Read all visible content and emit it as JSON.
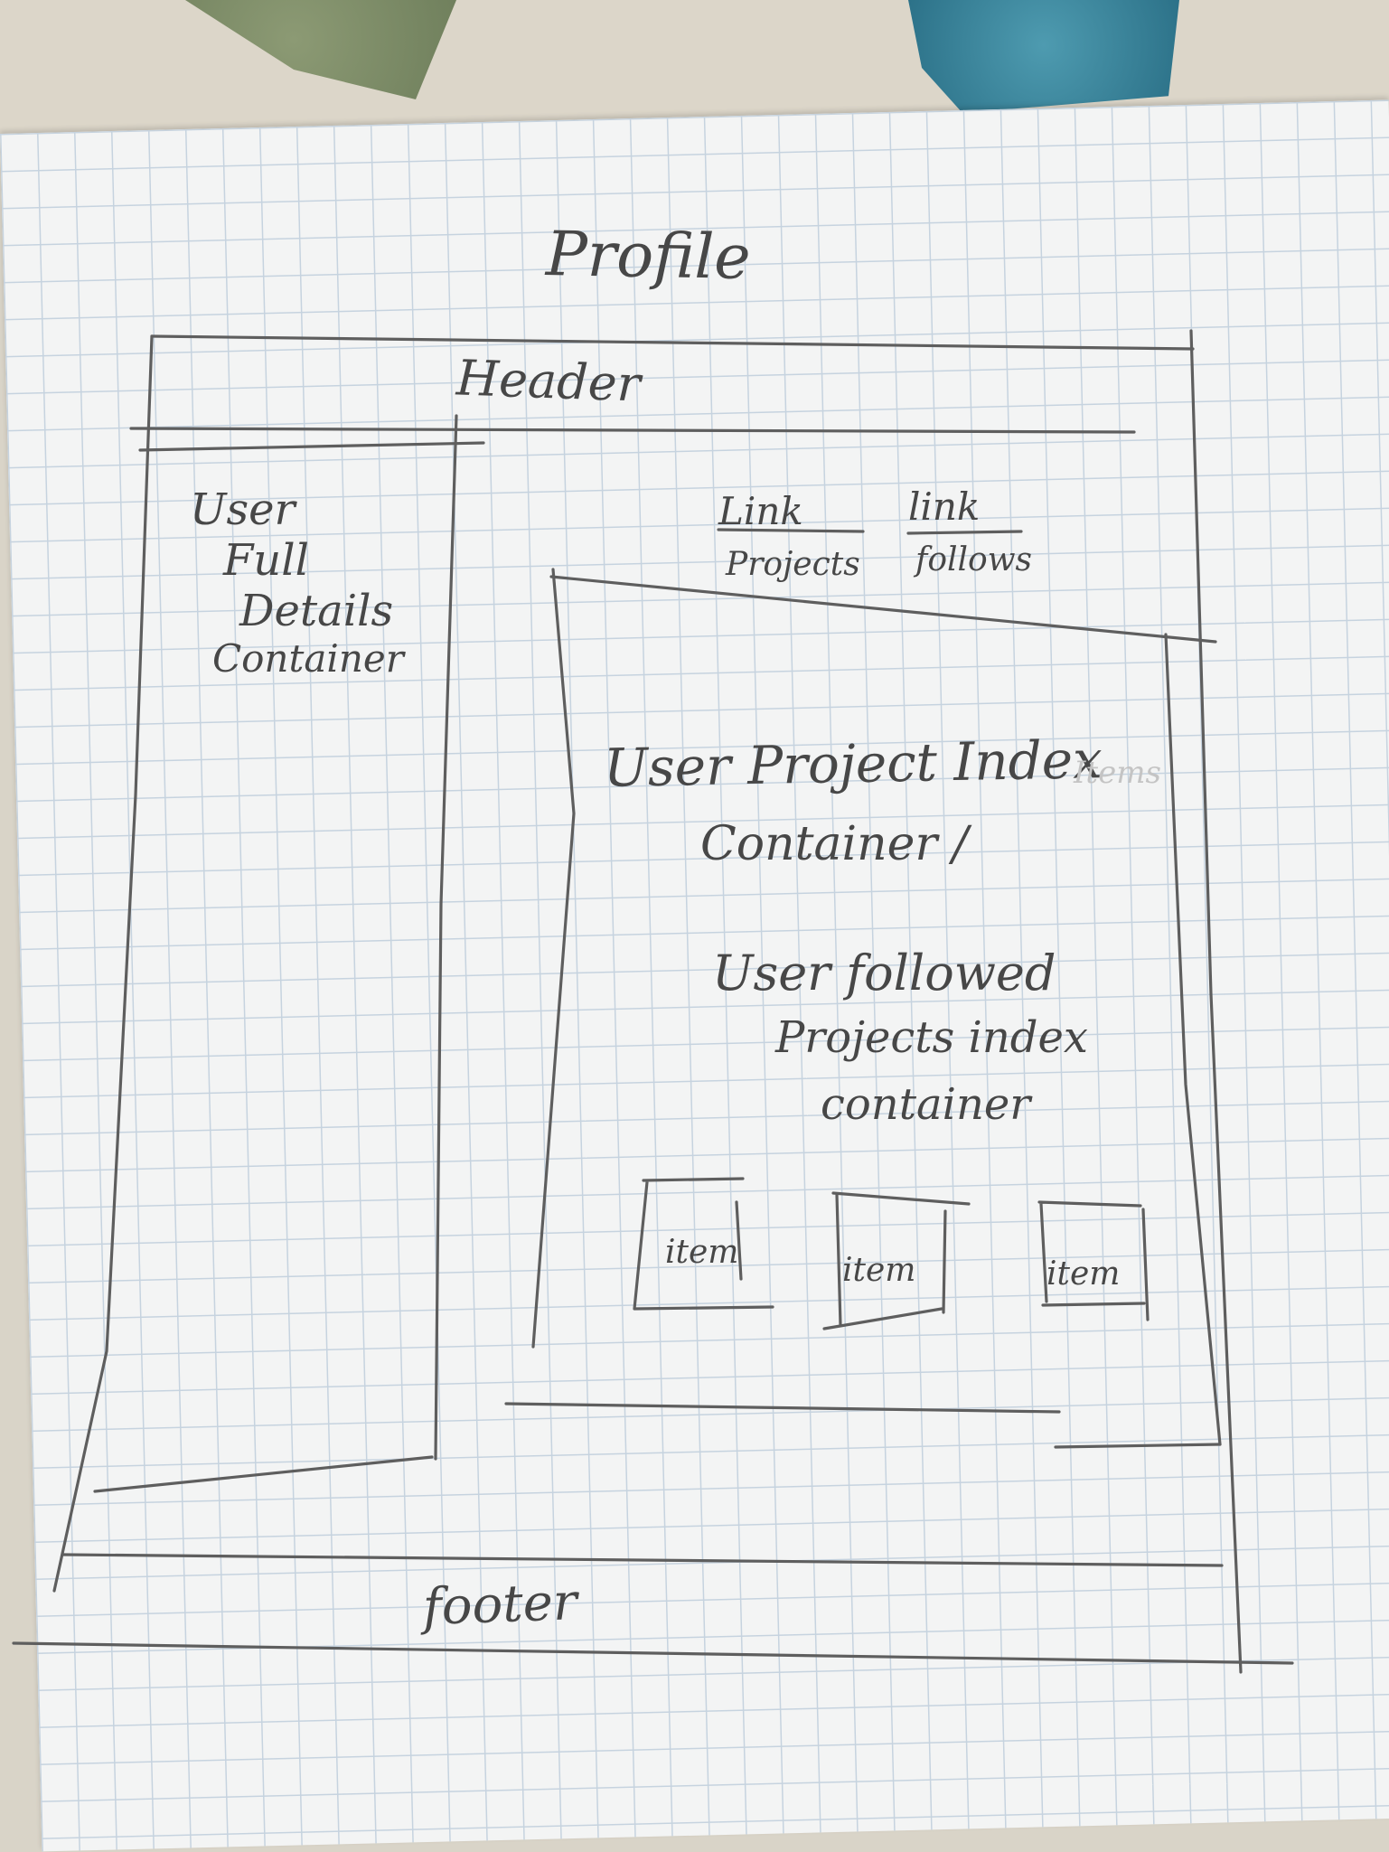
{
  "page_title": "Profile",
  "header_label": "Header",
  "details_container": {
    "lines": [
      "User",
      "Full",
      "Details",
      "Container"
    ]
  },
  "links": [
    {
      "label": "Link",
      "target": "Projects"
    },
    {
      "label": "link",
      "target": "follows"
    }
  ],
  "index_container": {
    "line1": "User Project Index",
    "faint_word": "Items",
    "line2": "Container /",
    "followed_line1": "User followed",
    "followed_line2": "Projects index",
    "followed_line3": "container"
  },
  "items": [
    "item",
    "item",
    "item"
  ],
  "footer_label": "footer",
  "colors": {
    "pencil": "#5e5e5e",
    "paper": "#f3f4f4",
    "grid": "#c6d3df"
  }
}
